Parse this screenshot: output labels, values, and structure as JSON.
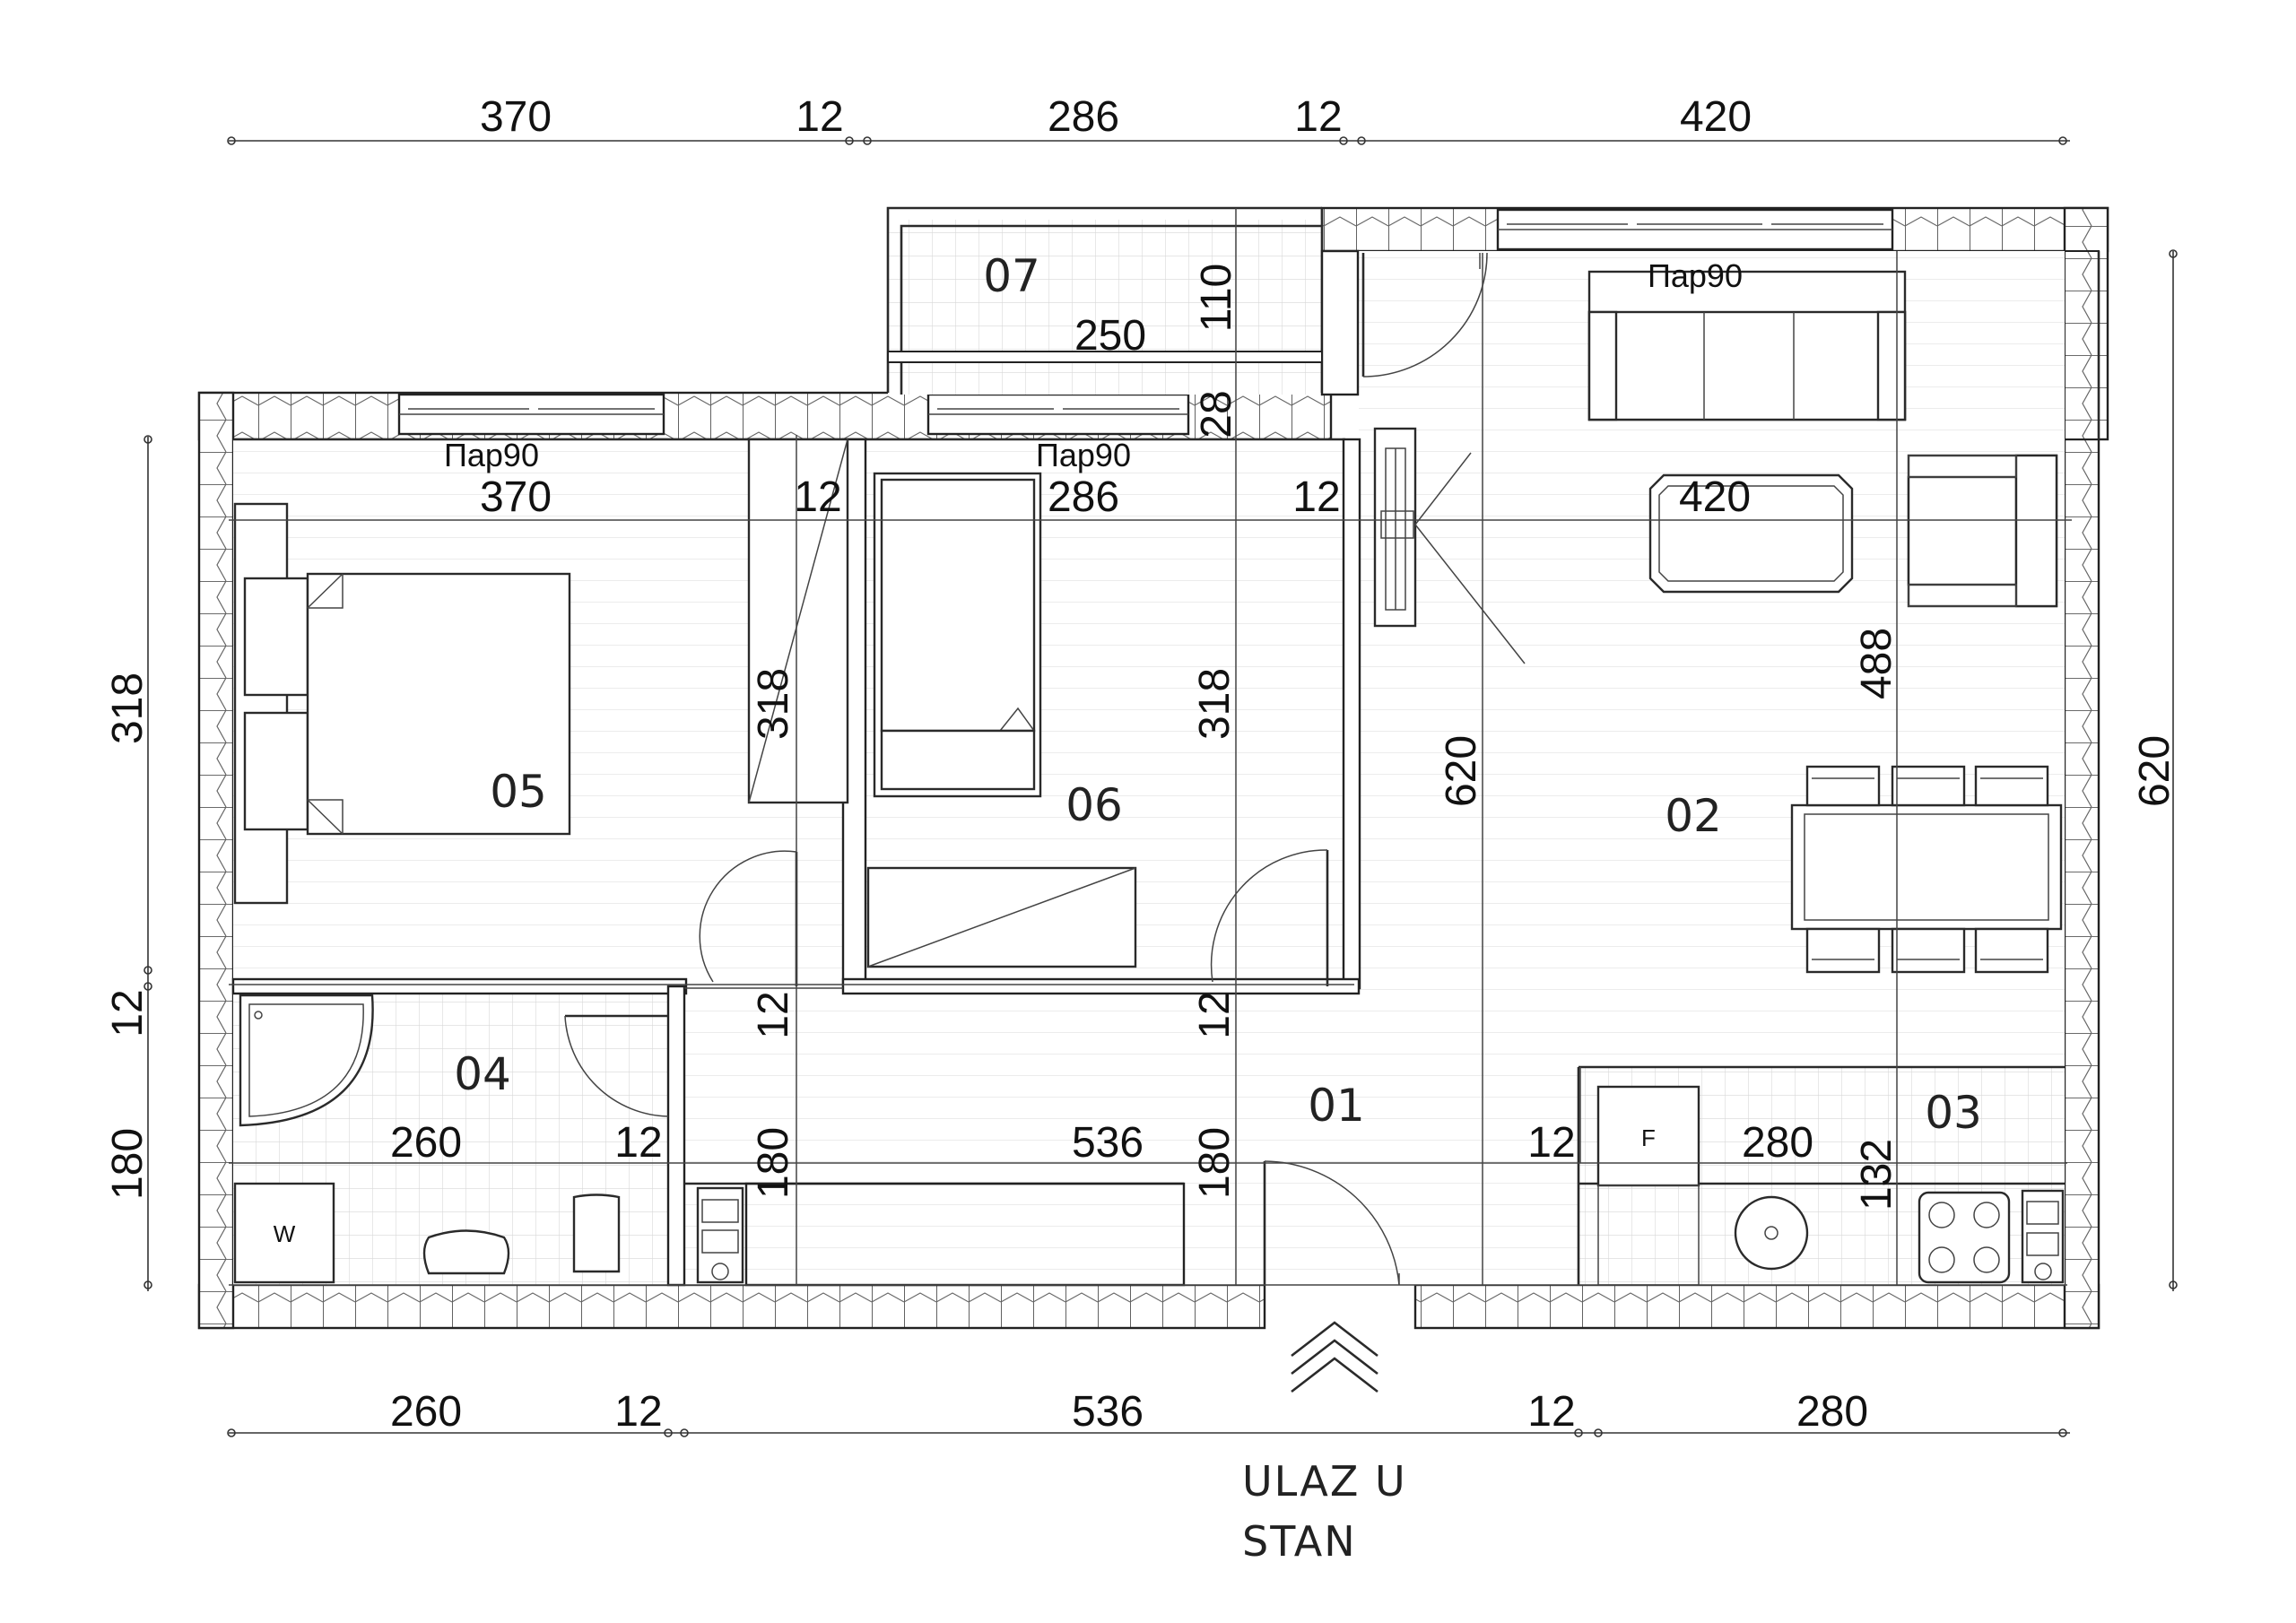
{
  "dims_top": [
    "370",
    "12",
    "286",
    "12",
    "420"
  ],
  "dims_bottom": [
    "260",
    "12",
    "536",
    "12",
    "280"
  ],
  "dims_left": [
    "318",
    "12",
    "180"
  ],
  "dim_right": "620",
  "rooms": {
    "r01": "01",
    "r02": "02",
    "r03": "03",
    "r04": "04",
    "r05": "05",
    "r06": "06",
    "r07": "07"
  },
  "window_labels": [
    "Пар90",
    "Пар90",
    "Пар90"
  ],
  "inner": {
    "w370": "370",
    "w12a": "12",
    "w286": "286",
    "w12b": "12",
    "w420": "420",
    "h318a": "318",
    "h318b": "318",
    "h620": "620",
    "h488": "488",
    "b12a": "12",
    "b12b": "12",
    "b180a": "180",
    "b180b": "180",
    "w260": "260",
    "w12c": "12",
    "w536": "536",
    "w12d": "12",
    "w280": "280",
    "h132": "132",
    "b250": "250",
    "b110": "110",
    "b28": "28"
  },
  "fixtures": {
    "washer": "W",
    "fridge": "F"
  },
  "entrance": {
    "line1": "ULAZ U",
    "line2": "STAN"
  }
}
